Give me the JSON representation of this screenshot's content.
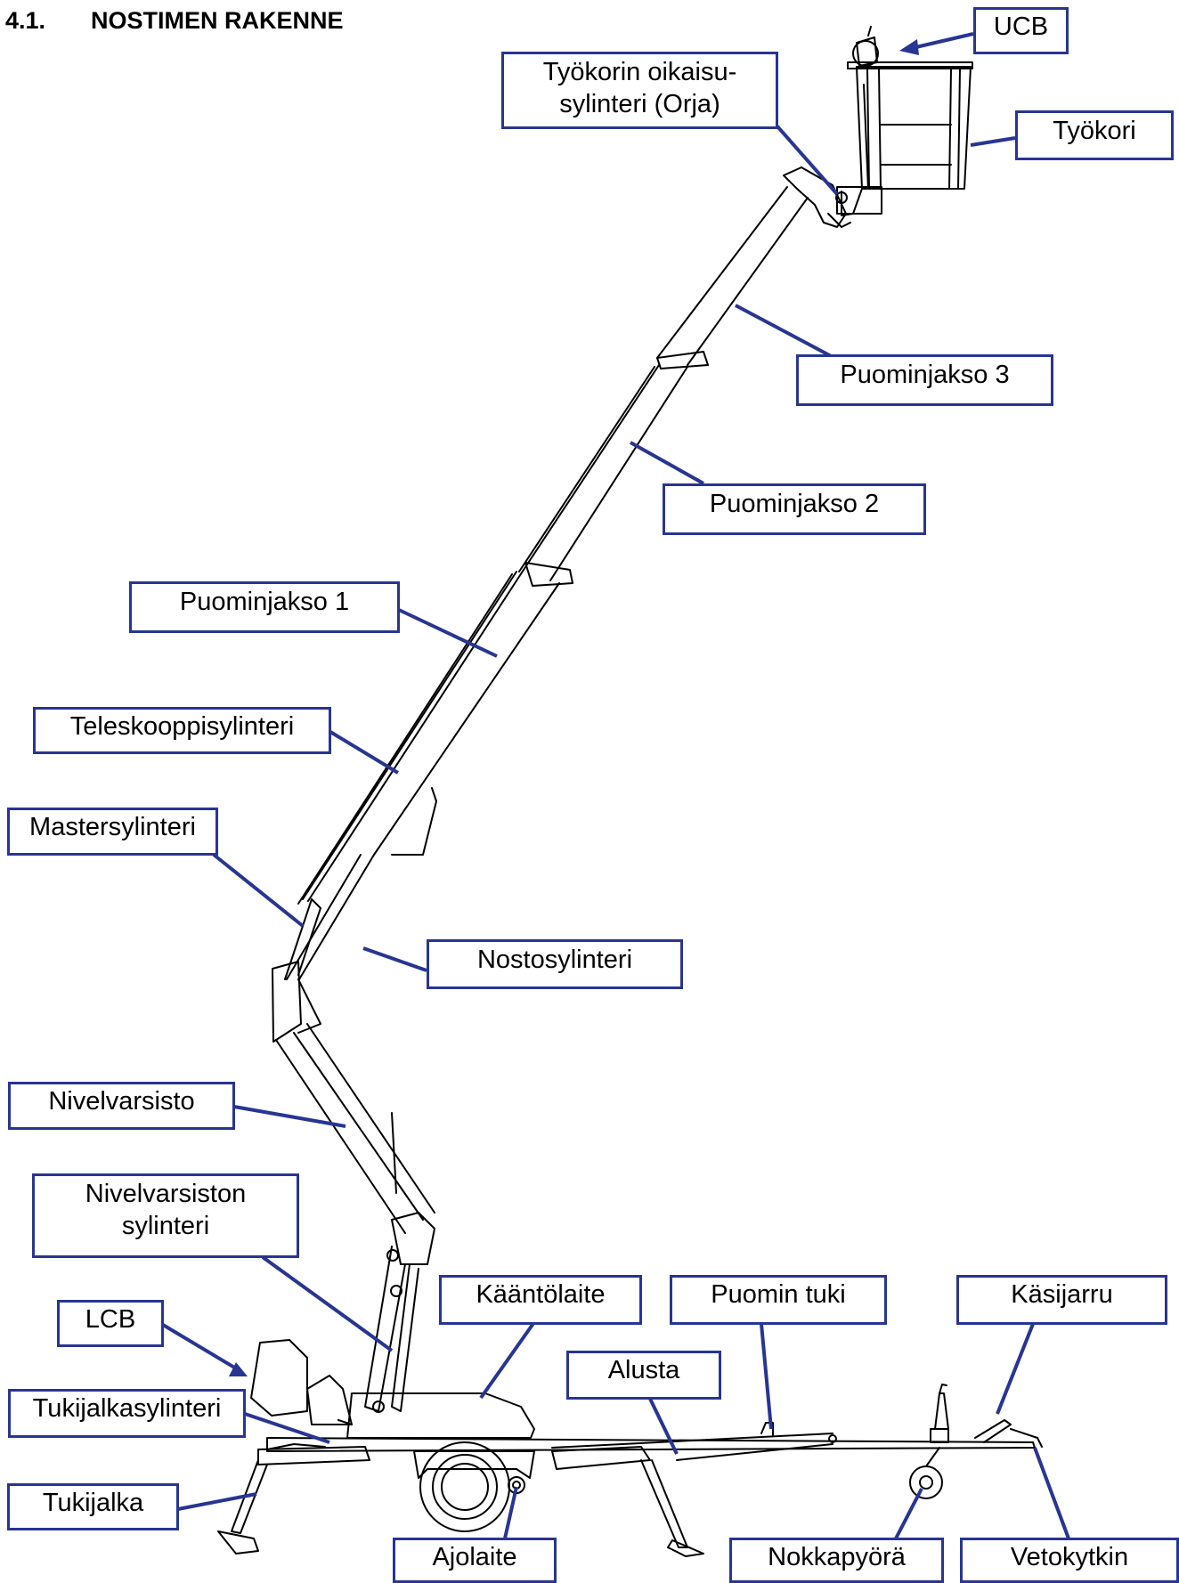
{
  "heading": {
    "number": "4.1.",
    "title": "NOSTIMEN RAKENNE"
  },
  "labels": {
    "ucb": "UCB",
    "tyokorin_oikaisu_line1": "Työkorin oikaisu-",
    "tyokorin_oikaisu_line2": "sylinteri (Orja)",
    "tyokori": "Työkori",
    "puominjakso3": "Puominjakso 3",
    "puominjakso2": "Puominjakso 2",
    "puominjakso1": "Puominjakso 1",
    "teleskooppisylinteri": "Teleskooppisylinteri",
    "mastersylinteri": "Mastersylinteri",
    "nostosylinteri": "Nostosylinteri",
    "nivelvarsisto": "Nivelvarsisto",
    "nivelvarsiston_line1": "Nivelvarsiston",
    "nivelvarsiston_line2": "sylinteri",
    "lcb": "LCB",
    "kaantolaite": "Kääntölaite",
    "puomin_tuki": "Puomin tuki",
    "kasijarru": "Käsijarru",
    "alusta": "Alusta",
    "tukijalkasylinteri": "Tukijalkasylinteri",
    "tukijalka": "Tukijalka",
    "ajolaite": "Ajolaite",
    "nokkapyora": "Nokkapyörä",
    "vetokytkin": "Vetokytkin"
  },
  "colors": {
    "callout": "#283593",
    "drawing": "#000000",
    "background": "#ffffff"
  }
}
